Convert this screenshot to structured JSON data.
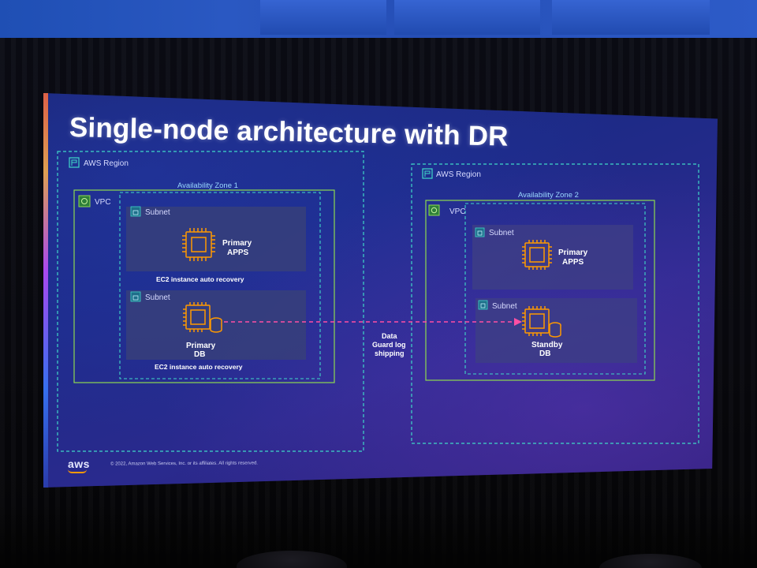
{
  "slide": {
    "title": "Single-node architecture with DR",
    "copyright": "© 2022, Amazon Web Services, Inc. or its affiliates. All rights reserved.",
    "logo": "aws"
  },
  "regions": [
    {
      "label": "AWS Region",
      "availability_zone": "Availability Zone 1",
      "vpc_label": "VPC",
      "subnets": [
        {
          "label": "Subnet",
          "node_line1": "Primary",
          "node_line2": "APPS",
          "icon": "ec2-chip-icon",
          "caption": "EC2 instance auto recovery"
        },
        {
          "label": "Subnet",
          "node_line1": "Primary",
          "node_line2": "DB",
          "icon": "ec2-db-icon",
          "caption": "EC2 instance auto recovery"
        }
      ]
    },
    {
      "label": "AWS Region",
      "availability_zone": "Availability Zone 2",
      "vpc_label": "VPC",
      "subnets": [
        {
          "label": "Subnet",
          "node_line1": "Primary",
          "node_line2": "APPS",
          "icon": "ec2-chip-icon",
          "caption": ""
        },
        {
          "label": "Subnet",
          "node_line1": "Standby",
          "node_line2": "DB",
          "icon": "ec2-db-icon",
          "caption": ""
        }
      ]
    }
  ],
  "replication": {
    "line1": "Data",
    "line2": "Guard log",
    "line3": "shipping"
  },
  "colors": {
    "region_border": "#3fd8c8",
    "vpc_border": "#8ed94f",
    "subnet_border": "#3fd8c8",
    "subnet_fill": "#37407a",
    "icon_orange": "#ff9900",
    "arrow_pink": "#ff4fa3"
  }
}
